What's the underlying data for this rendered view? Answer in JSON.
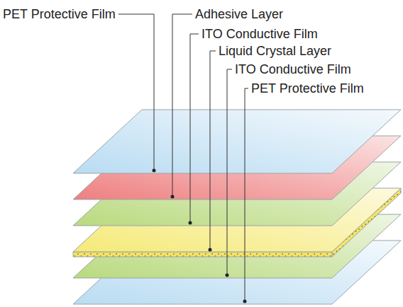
{
  "diagram": {
    "labels": [
      "PET Protective Film",
      "Adhesive Layer",
      "ITO Conductive Film",
      "Liquid Crystal Layer",
      "ITO Conductive Film",
      "PET Protective Film"
    ]
  }
}
